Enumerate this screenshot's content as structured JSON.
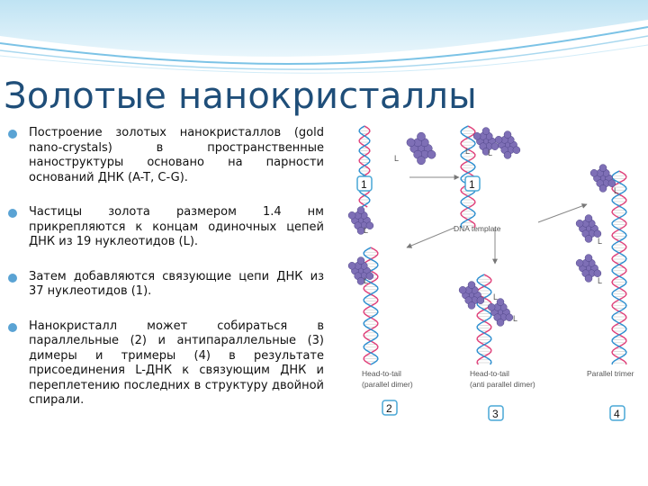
{
  "slide": {
    "title": "Золотые нанокристаллы"
  },
  "bullets": [
    "Построение золотых нанокристаллов (gold nano-crystals) в пространственные наноструктуры основано на парности оснований ДНК (A-T, C-G).",
    "Частицы золота размером 1.4 нм прикрепляются к концам одиночных цепей ДНК из 19 нуклеотидов (L).",
    "Затем добавляются связующие цепи ДНК из 37 нуклеотидов (1).",
    "Нанокристалл может собираться в параллельные (2) и антипараллельные (3) димеры и тримеры (4) в результате присоединения L-ДНК к связующим ДНК и переплетению последних в структуру двойной спирали."
  ],
  "figure": {
    "strand_label": "L",
    "template_label": "DNA template",
    "badges": [
      "1",
      "1",
      "2",
      "3",
      "4"
    ],
    "captions": {
      "head_to_tail_1": "Head-to-tail",
      "parallel_dimer": "(parallel dimer)",
      "head_to_tail_2": "Head-to-tail",
      "anti_parallel_dimer": "(anti parallel dimer)",
      "parallel_trimer": "Parallel trimer"
    }
  },
  "colors": {
    "title": "#1f4e79",
    "bullet": "#5aa3d4",
    "helix_red": "#e0407a",
    "helix_blue": "#2d8fd0",
    "gold_particle": "#7e6fb6",
    "badge_border": "#49a7d6"
  }
}
